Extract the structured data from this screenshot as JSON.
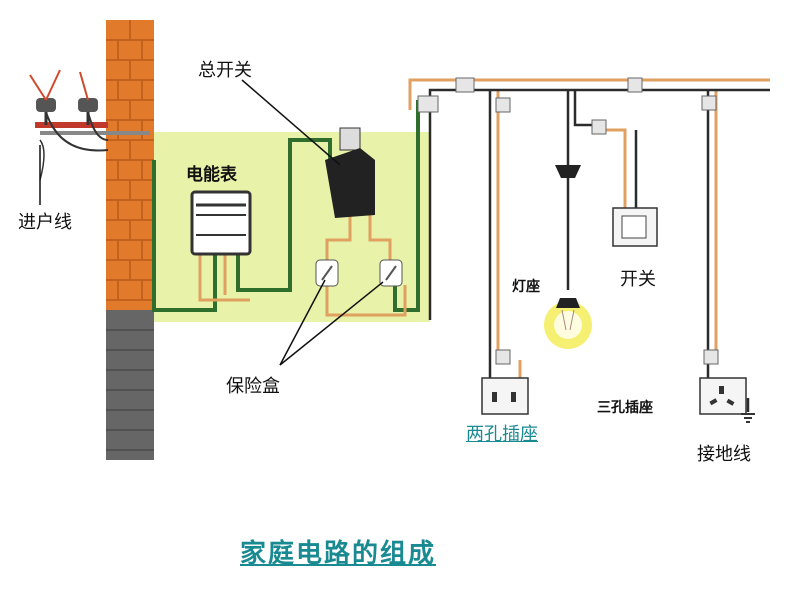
{
  "labels": {
    "main_switch": "总开关",
    "meter": "电能表",
    "service_line": "进户线",
    "fuse_box": "保险盒",
    "lamp_holder": "灯座",
    "switch": "开关",
    "two_pin_socket": "两孔插座",
    "three_pin_socket": "三孔插座",
    "ground_wire": "接地线"
  },
  "title": "家庭电路的组成",
  "colors": {
    "brick": "#e27a2c",
    "brick_dark": "#5a5a5a",
    "panel_bg": "#e8f2a8",
    "wire_green": "#2f6e2c",
    "wire_orange": "#e0a060",
    "wire_dark": "#2b2b2b",
    "title_color": "#1a8a92",
    "bulb_glow": "#f4ee63"
  }
}
